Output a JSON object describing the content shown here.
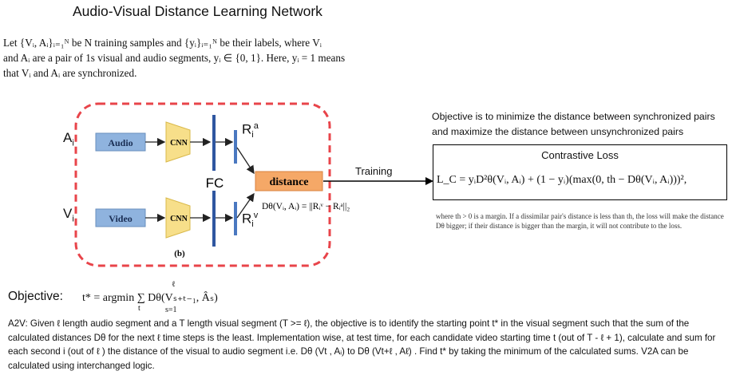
{
  "title": "Audio-Visual Distance Learning Network",
  "intro": {
    "line1": "Let {Vᵢ, Aᵢ}ᵢ₌₁ᴺ be N training samples and {yᵢ}ᵢ₌₁ᴺ be their labels, where Vᵢ",
    "line2": "and Aᵢ are a pair of 1s visual and audio segments, yᵢ ∈ {0, 1}. Here, yᵢ = 1 means",
    "line3": "that Vᵢ and Aᵢ are synchronized."
  },
  "diagram": {
    "input_audio": "A",
    "input_audio_sub": "i",
    "input_video": "V",
    "input_video_sub": "i",
    "audio_box": "Audio",
    "video_box": "Video",
    "cnn_top": "CNN",
    "cnn_bottom": "CNN",
    "fc": "FC",
    "r_audio": "R",
    "r_audio_sub": "i",
    "r_audio_sup": "a",
    "r_video": "R",
    "r_video_sub": "i",
    "r_video_sup": "v",
    "distance": "distance",
    "distance_formula": "Dθ(Vᵢ, Aᵢ) = ||Rᵢᵛ − Rᵢᵃ||₂",
    "caption": "(b)"
  },
  "training_label": "Training",
  "objective_note": "Objective is to minimize the distance between synchronized pairs and maximize the distance between unsynchronized pairs",
  "loss": {
    "title": "Contrastive Loss",
    "formula": "L_C = yᵢD²θ(Vᵢ, Aᵢ) + (1 − yᵢ)(max(0, th − Dθ(Vᵢ, Aᵢ)))²,"
  },
  "margin_note": "where th > 0 is a margin. If a dissimilar pair's distance is less than th, the loss will make the distance Dθ bigger; if their distance is bigger than the margin, it will not contribute to the loss.",
  "objective": {
    "label": "Objective:",
    "formula": "t* = argmin ∑ Dθ(Vₛ₊ₜ₋₁, Âₛ)",
    "argmin_sub": "t",
    "sum_top": "ℓ",
    "sum_bottom": "s=1"
  },
  "a2v_text": "A2V: Given ℓ length audio segment and a T length visual segment (T >= ℓ), the objective is to identify the starting point t* in the visual segment such that the sum of the calculated distances Dθ for the next ℓ time steps is the least. Implementation wise, at test time, for each candidate video starting time t (out of T - ℓ + 1), calculate and sum for each second i (out of ℓ ) the distance of the visual to audio segment i.e. Dθ (Vt , Aᵢ) to Dθ (Vt+ℓ , Aℓ) . Find t* by taking the minimum of the calculated sums. V2A can be calculated using interchanged logic.",
  "colors": {
    "dashed_border": "#e8444a",
    "audio_video_box": "#8fb3de",
    "cnn_fill": "#f7df8a",
    "fc_bar": "#2f56a0",
    "distance_box": "#f5a867"
  }
}
